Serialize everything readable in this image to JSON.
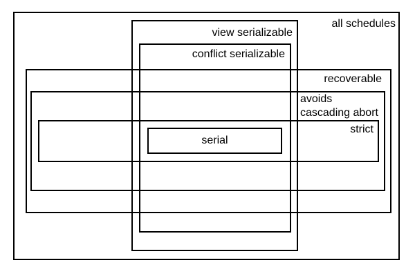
{
  "diagram": {
    "type": "euler-diagram",
    "sets": [
      {
        "name": "all-schedules",
        "label": "all schedules"
      },
      {
        "name": "view-serializable",
        "label": "view serializable"
      },
      {
        "name": "conflict-serializable",
        "label": "conflict serializable"
      },
      {
        "name": "recoverable",
        "label": "recoverable"
      },
      {
        "name": "avoids-cascading-abort",
        "label": "avoids cascading abort",
        "label_lines": [
          "avoids",
          "cascading abort"
        ]
      },
      {
        "name": "strict",
        "label": "strict"
      },
      {
        "name": "serial",
        "label": "serial"
      }
    ],
    "colors": {
      "line": "#000000",
      "text": "#000000",
      "background": "#ffffff"
    }
  }
}
